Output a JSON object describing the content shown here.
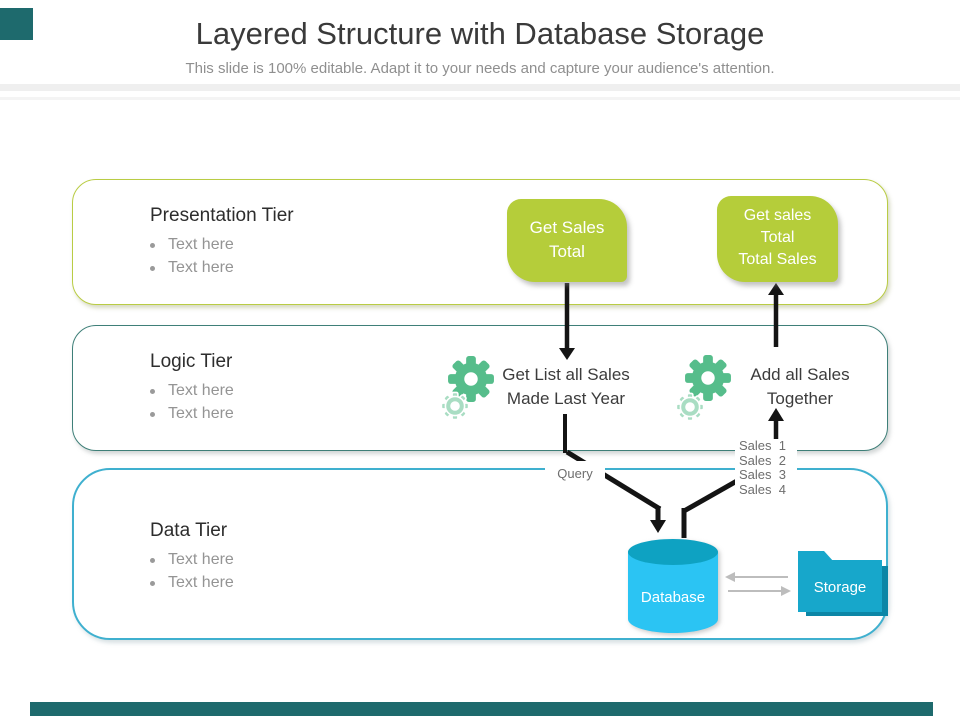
{
  "header": {
    "title": "Layered Structure with Database Storage",
    "subtitle": "This slide is 100% editable. Adapt it to your needs and capture your audience's attention."
  },
  "tiers": {
    "presentation": {
      "title": "Presentation Tier",
      "bullet1": "Text here",
      "bullet2": "Text here"
    },
    "logic": {
      "title": "Logic Tier",
      "bullet1": "Text here",
      "bullet2": "Text here"
    },
    "data": {
      "title": "Data Tier",
      "bullet1": "Text here",
      "bullet2": "Text here"
    }
  },
  "flow": {
    "get_sales_box": {
      "line1": "Get Sales",
      "line2": "Total"
    },
    "get_sales_result_box": {
      "line1": "Get sales",
      "line2": "Total",
      "line3": "Total Sales"
    },
    "get_list_step": {
      "line1": "Get List all Sales",
      "line2": "Made Last Year"
    },
    "add_all_step": {
      "line1": "Add all Sales",
      "line2": "Together"
    },
    "query_label": "Query",
    "sales_items": [
      "Sales  1",
      "Sales  2",
      "Sales  3",
      "Sales  4"
    ],
    "database_label": "Database",
    "storage_label": "Storage"
  },
  "icons": {
    "gear_large": "gear-icon",
    "gear_small": "gear-icon-small",
    "database": "database-cylinder-icon",
    "storage": "folder-icon"
  },
  "colors": {
    "accent_green": "#b5cd3a",
    "gear_green": "#56bd8b",
    "gear_green_light": "#a9ddc3",
    "tier_presentation_border": "#b9cc44",
    "tier_logic_border": "#3e7f78",
    "tier_data_border": "#3fb0cf",
    "database_cyan": "#2bc4f3",
    "database_top": "#0ea2c2",
    "storage_teal": "#17a7cb",
    "storage_teal_dark": "#0c86a6",
    "decor_teal": "#1e6a6d",
    "connector_black": "#141414",
    "arrow_gray": "#bdbdbd",
    "title_text": "#3a3a3a",
    "muted_text": "#8f8f8f"
  }
}
